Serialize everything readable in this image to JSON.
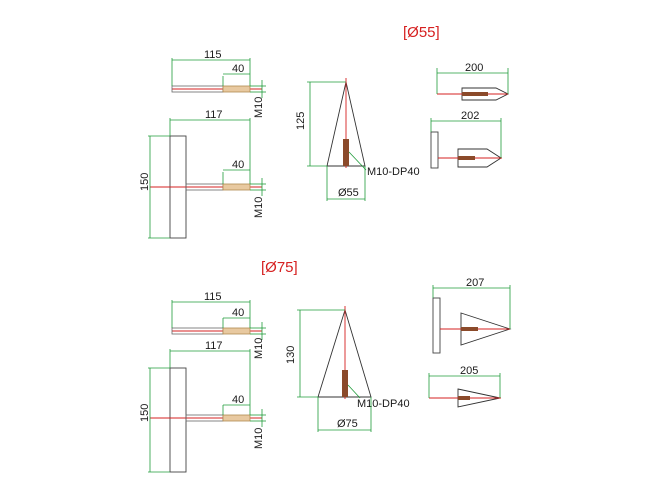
{
  "colors": {
    "dimension_line": "#1f9b3a",
    "outline": "#333333",
    "center_line": "#d62020",
    "thread": "#e8c9a0",
    "core": "#8b4a2a",
    "header": "#d62020"
  },
  "sections": [
    {
      "header": "[Ø55]",
      "rod": {
        "length": "115",
        "thread_len": "40",
        "thread": "M10"
      },
      "plate": {
        "length": "117",
        "thread_len": "40",
        "height": "150",
        "thread": "M10"
      },
      "cone": {
        "height": "125",
        "note": "M10-DP40",
        "diameter": "Ø55"
      },
      "right_top_len": "200",
      "right_bottom_len": "202"
    },
    {
      "header": "[Ø75]",
      "rod": {
        "length": "115",
        "thread_len": "40",
        "thread": "M10"
      },
      "plate": {
        "length": "117",
        "thread_len": "40",
        "height": "150",
        "thread": "M10"
      },
      "cone": {
        "height": "130",
        "note": "M10-DP40",
        "diameter": "Ø75"
      },
      "right_top_len": "207",
      "right_bottom_len": "205"
    }
  ]
}
